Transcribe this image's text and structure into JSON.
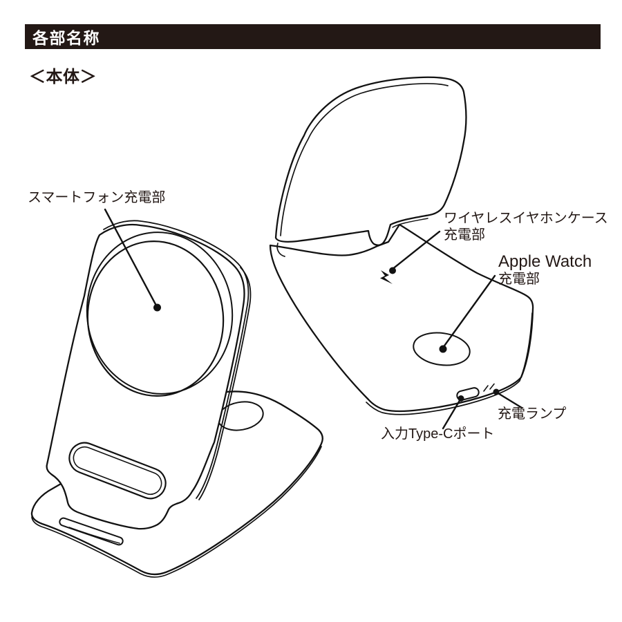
{
  "colors": {
    "background": "#ffffff",
    "ink": "#231815",
    "line": "#121212",
    "header_bar": "#231815",
    "header_text": "#ffffff"
  },
  "header": {
    "title": "各部名称"
  },
  "section": {
    "subtitle": "＜本体＞"
  },
  "labels": {
    "smartphone": {
      "text": "スマートフォン充電部"
    },
    "earphone": {
      "line1": "ワイヤレスイヤホンケース",
      "line2": "充電部"
    },
    "apple_watch": {
      "line1": "Apple Watch",
      "line2": "充電部"
    },
    "charge_lamp": {
      "text": "充電ランプ"
    },
    "typec_port": {
      "text": "入力Type-Cポート"
    }
  },
  "icons": {
    "lightning_bolt": "⚡"
  }
}
